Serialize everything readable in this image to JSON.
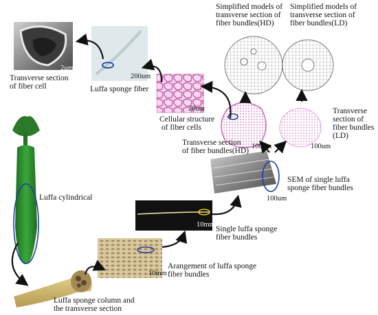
{
  "labels": {
    "fiber_cell": "Transverse section\nof fiber cell",
    "sponge_fiber": "Luffa sponge fiber",
    "cellular_structure": "Cellular structure\n of fiber cells",
    "model_hd": "Simplified models of\ntransverse section of\nfiber bundles(HD)",
    "model_ld": "Simplified models of\ntransverse section of\nfiber bundles(LD)",
    "section_hd": "Transverse section\nof fiber bundles(HD)",
    "section_ld": "Transverse\nsection of\nfiber bundles\n(LD)",
    "luffa_cylindrical": "Luffa cylindrical",
    "sem_bundles": "SEM of single luffa\nsponge fiber bundles",
    "single_bundles": "Single luffa sponge\nfiber bundles",
    "arrangement": "Arangement of luffa sponge\nfiber bundles",
    "column": "Luffa sponge column and\nthe transverse section"
  },
  "scale_bars": {
    "sem_cell": "2μm",
    "fiber": "200um",
    "cell_structure": "20um",
    "section_hd": "100um",
    "section_ld": "100um",
    "sem_bundle": "100um",
    "single": "10mm",
    "arrangement": "10mm"
  },
  "colors": {
    "arrow": "#111111",
    "highlight_blue": "#1f3f9a",
    "highlight_yellow": "#e6d21a",
    "luffa_green": "#2f8f2c",
    "tissue_pink": "#d98ac8",
    "sponge_tan": "#d8c79a"
  }
}
